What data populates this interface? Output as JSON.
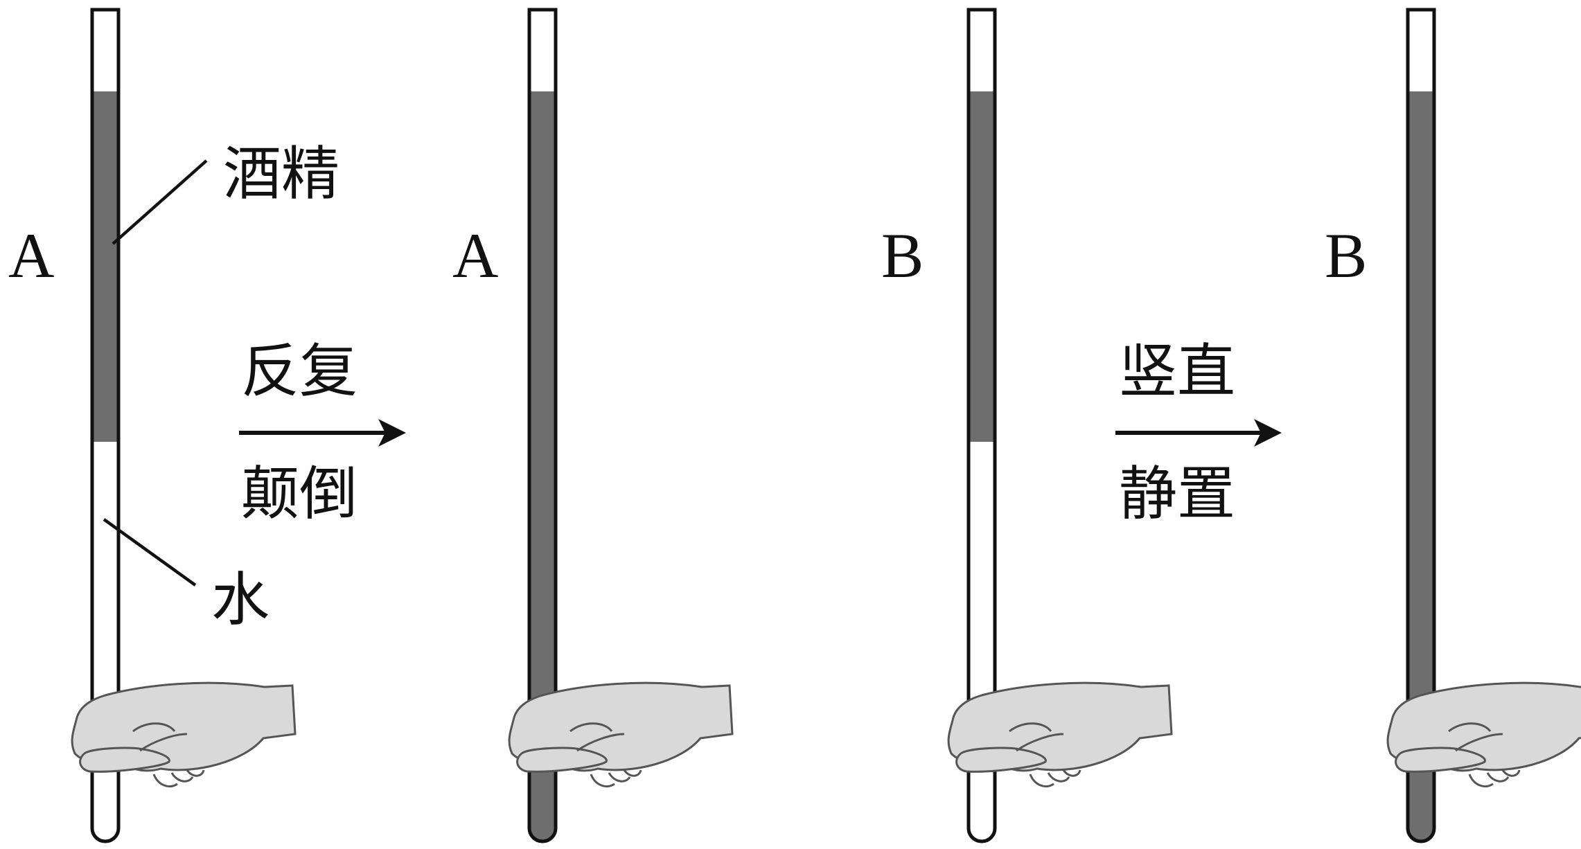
{
  "labels": {
    "alcohol": "酒精",
    "water": "水",
    "tube_a1": "A",
    "tube_a2": "A",
    "tube_b1": "B",
    "tube_b2": "B"
  },
  "steps": {
    "step1_top": "反复",
    "step1_bottom": "颠倒",
    "step2_top": "竖直",
    "step2_bottom": "静置"
  },
  "colors": {
    "liquid": "#6e6e6e",
    "hand_fill": "#d9d9d9",
    "outline": "#111111"
  }
}
